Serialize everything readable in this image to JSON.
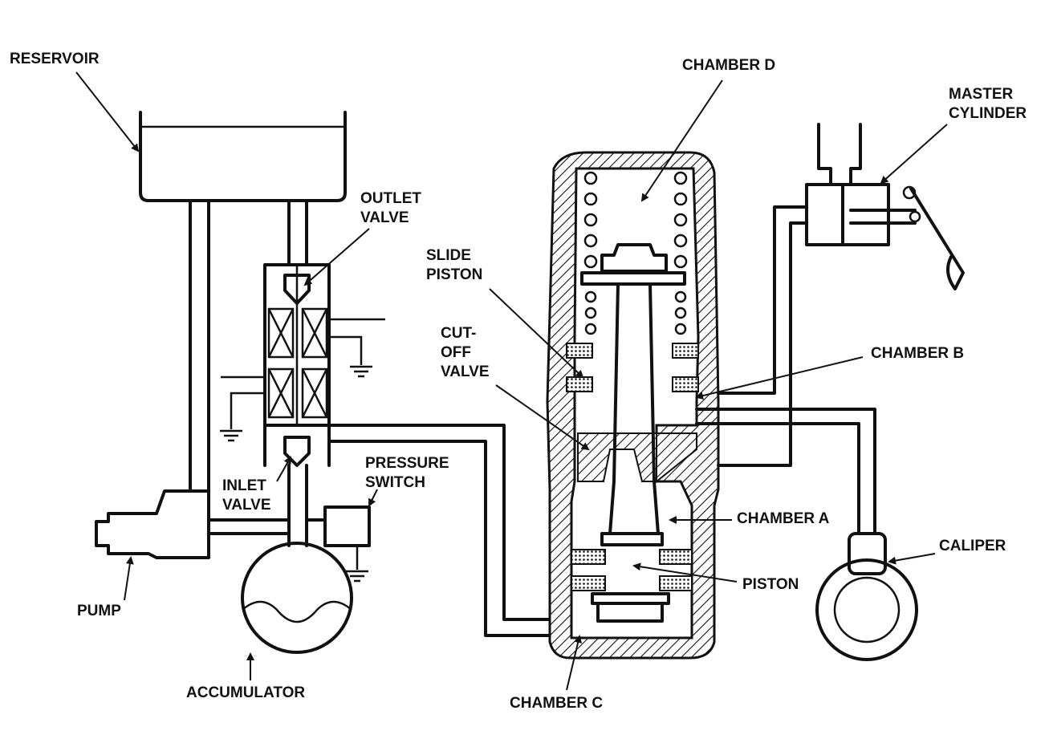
{
  "labels": {
    "reservoir": "RESERVOIR",
    "chamber_d": "CHAMBER D",
    "master_cylinder": [
      "MASTER",
      "CYLINDER"
    ],
    "outlet_valve": [
      "OUTLET",
      "VALVE"
    ],
    "slide_piston": [
      "SLIDE",
      "PISTON"
    ],
    "cut_off_valve": [
      "CUT-",
      "OFF",
      "VALVE"
    ],
    "chamber_b": "CHAMBER B",
    "pressure_switch": [
      "PRESSURE",
      "SWITCH"
    ],
    "inlet_valve": [
      "INLET",
      "VALVE"
    ],
    "chamber_a": "CHAMBER A",
    "caliper": "CALIPER",
    "piston": "PISTON",
    "pump": "PUMP",
    "accumulator": "ACCUMULATOR",
    "chamber_c": "CHAMBER C"
  },
  "colors": {
    "ink": "#111111",
    "paper": "#ffffff"
  }
}
